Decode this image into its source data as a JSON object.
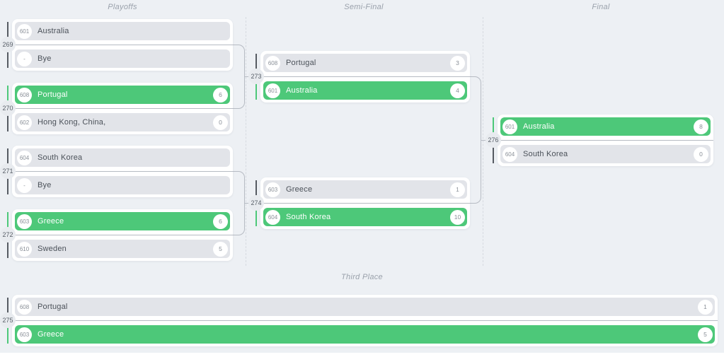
{
  "headers": {
    "col1": "Playoffs",
    "col2": "Semi-Final",
    "col3": "Final",
    "bottom": "Third Place"
  },
  "colors": {
    "winner": "#4dc879",
    "row_bg": "#e2e4e9",
    "card_bg": "#ffffff",
    "page_bg": "#edf0f4",
    "line": "#b6bbc3",
    "bar_dark": "#565b62"
  },
  "bracket": {
    "playoffs": [
      {
        "match_no": "269",
        "teams": [
          {
            "seed": "601",
            "name": "Australia",
            "score": null,
            "winner": false
          },
          {
            "seed": "-",
            "name": "Bye",
            "score": null,
            "winner": false
          }
        ]
      },
      {
        "match_no": "270",
        "teams": [
          {
            "seed": "608",
            "name": "Portugal",
            "score": "6",
            "winner": true
          },
          {
            "seed": "602",
            "name": "Hong Kong, China,",
            "score": "0",
            "winner": false
          }
        ]
      },
      {
        "match_no": "271",
        "teams": [
          {
            "seed": "604",
            "name": "South Korea",
            "score": null,
            "winner": false
          },
          {
            "seed": "-",
            "name": "Bye",
            "score": null,
            "winner": false
          }
        ]
      },
      {
        "match_no": "272",
        "teams": [
          {
            "seed": "603",
            "name": "Greece",
            "score": "6",
            "winner": true
          },
          {
            "seed": "610",
            "name": "Sweden",
            "score": "5",
            "winner": false
          }
        ]
      }
    ],
    "semi_final": [
      {
        "match_no": "273",
        "teams": [
          {
            "seed": "608",
            "name": "Portugal",
            "score": "3",
            "winner": false
          },
          {
            "seed": "601",
            "name": "Australia",
            "score": "4",
            "winner": true
          }
        ]
      },
      {
        "match_no": "274",
        "teams": [
          {
            "seed": "603",
            "name": "Greece",
            "score": "1",
            "winner": false
          },
          {
            "seed": "604",
            "name": "South Korea",
            "score": "10",
            "winner": true
          }
        ]
      }
    ],
    "final": [
      {
        "match_no": "276",
        "teams": [
          {
            "seed": "601",
            "name": "Australia",
            "score": "8",
            "winner": true
          },
          {
            "seed": "604",
            "name": "South Korea",
            "score": "0",
            "winner": false
          }
        ]
      }
    ],
    "third_place": [
      {
        "match_no": "275",
        "teams": [
          {
            "seed": "608",
            "name": "Portugal",
            "score": "1",
            "winner": false
          },
          {
            "seed": "603",
            "name": "Greece",
            "score": "5",
            "winner": true
          }
        ]
      }
    ]
  }
}
